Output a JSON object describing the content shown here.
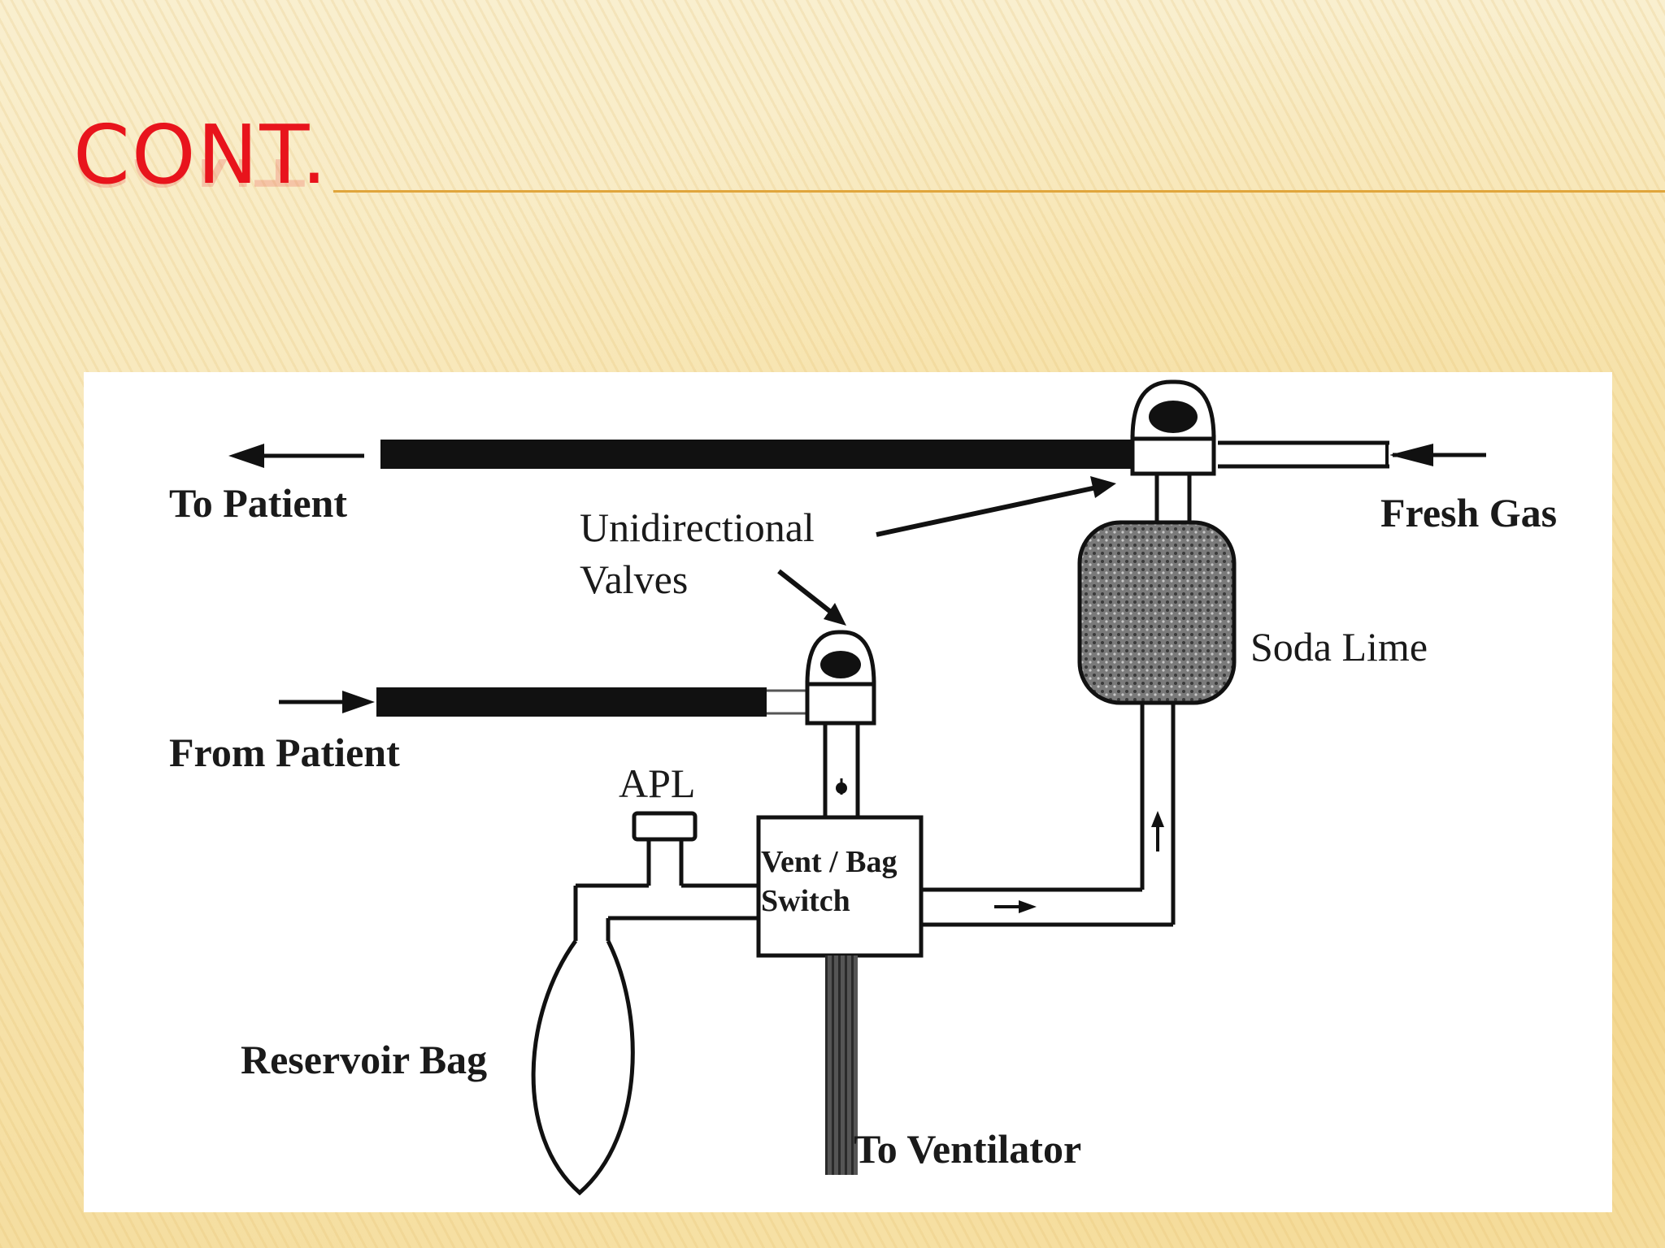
{
  "slide": {
    "title": "CONT."
  },
  "diagram": {
    "labels": {
      "to_patient": "To Patient",
      "fresh_gas": "Fresh Gas",
      "unidirectional_valves_line1": "Unidirectional",
      "unidirectional_valves_line2": "Valves",
      "soda_lime": "Soda Lime",
      "from_patient": "From Patient",
      "apl": "APL",
      "vent_bag_switch_line1": "Vent / Bag",
      "vent_bag_switch_line2": "Switch",
      "reservoir_bag": "Reservoir Bag",
      "to_ventilator": "To Ventilator"
    }
  },
  "colors": {
    "title": "#e8141c",
    "rule": "#e0a53c",
    "diagram_ink": "#111111"
  }
}
